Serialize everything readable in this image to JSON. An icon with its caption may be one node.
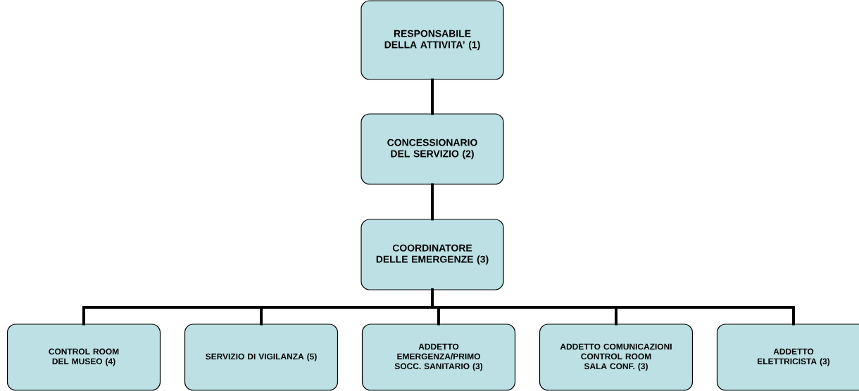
{
  "diagram": {
    "nodes": [
      {
        "text": [
          "RESPONSABILE DELLA ATTIVITA’ (1)"
        ]
      },
      {
        "text": [
          "CONCESSIONARIO DEL SERVIZIO (2)"
        ]
      },
      {
        "text": [
          "COORDINATORE DELLE EMERGENZE (3)"
        ]
      },
      {
        "text": [
          "CONTROL ROOM DEL MUSEO (4)"
        ]
      },
      {
        "text": [
          "SERVIZIO DI VIGILANZA (5)"
        ]
      },
      {
        "text": [
          "ADDETTO EMERGENZA/PRIMO SOCC. SANITARIO (3)"
        ]
      },
      {
        "text": [
          "ADDETTO COMUNICAZIONI CONTROL ROOM SALA CONF. (3)"
        ]
      },
      {
        "text": [
          "ADDETTO ELETTRICISTA (3)"
        ]
      }
    ],
    "edges": [
      {
        "from": 0,
        "to": 1,
        "arrow": "none"
      },
      {
        "from": 1,
        "to": 2,
        "arrow": "none"
      },
      {
        "from": 2,
        "to": 3,
        "arrow": "none"
      },
      {
        "from": 2,
        "to": 4,
        "arrow": "none"
      },
      {
        "from": 2,
        "to": 5,
        "arrow": "none"
      },
      {
        "from": 2,
        "to": 6,
        "arrow": "none"
      },
      {
        "from": 2,
        "to": 7,
        "arrow": "none"
      }
    ]
  }
}
